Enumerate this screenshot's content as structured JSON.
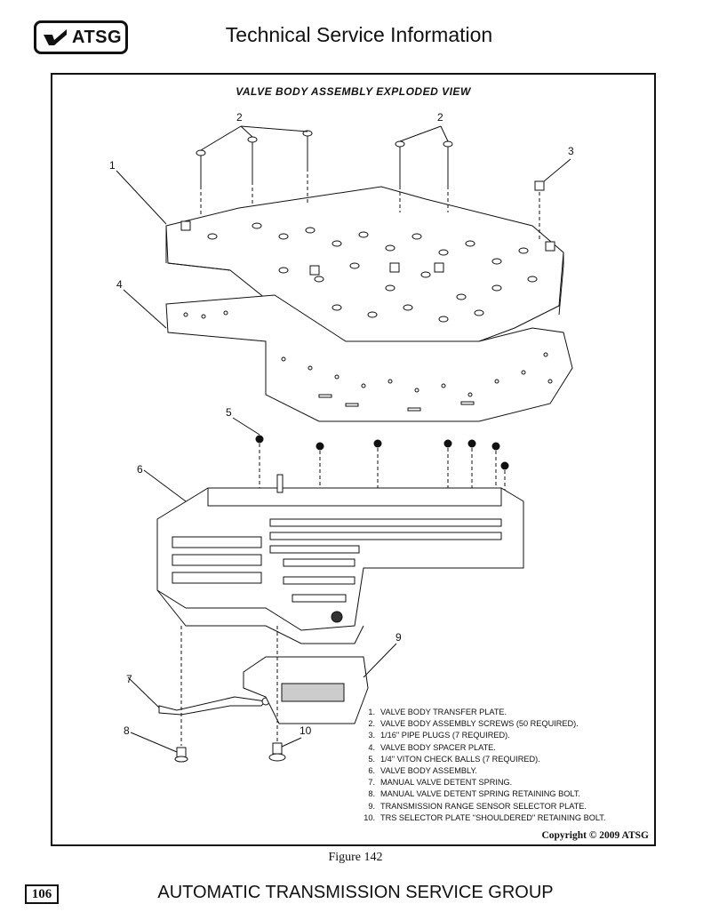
{
  "header": {
    "logo_text": "ATSG",
    "title": "Technical Service Information"
  },
  "figure": {
    "title": "VALVE BODY ASSEMBLY EXPLODED VIEW",
    "callouts": [
      "1",
      "2",
      "2",
      "3",
      "4",
      "5",
      "6",
      "7",
      "8",
      "9",
      "10"
    ],
    "legend": [
      {
        "num": "1.",
        "text": "VALVE BODY TRANSFER PLATE."
      },
      {
        "num": "2.",
        "text": "VALVE BODY ASSEMBLY SCREWS  (50 REQUIRED)."
      },
      {
        "num": "3.",
        "text": "1/16\" PIPE PLUGS  (7 REQUIRED)."
      },
      {
        "num": "4.",
        "text": "VALVE BODY SPACER PLATE."
      },
      {
        "num": "5.",
        "text": "1/4\" VITON CHECK BALLS  (7 REQUIRED)."
      },
      {
        "num": "6.",
        "text": "VALVE BODY ASSEMBLY."
      },
      {
        "num": "7.",
        "text": "MANUAL VALVE DETENT SPRING."
      },
      {
        "num": "8.",
        "text": "MANUAL VALVE DETENT SPRING RETAINING BOLT."
      },
      {
        "num": "9.",
        "text": "TRANSMISSION RANGE SENSOR SELECTOR PLATE."
      },
      {
        "num": "10.",
        "text": "TRS SELECTOR PLATE \"SHOULDERED\" RETAINING BOLT."
      }
    ],
    "copyright": "Copyright © 2009 ATSG",
    "caption": "Figure 142"
  },
  "footer": {
    "page_number": "106",
    "text": "AUTOMATIC TRANSMISSION SERVICE GROUP"
  }
}
